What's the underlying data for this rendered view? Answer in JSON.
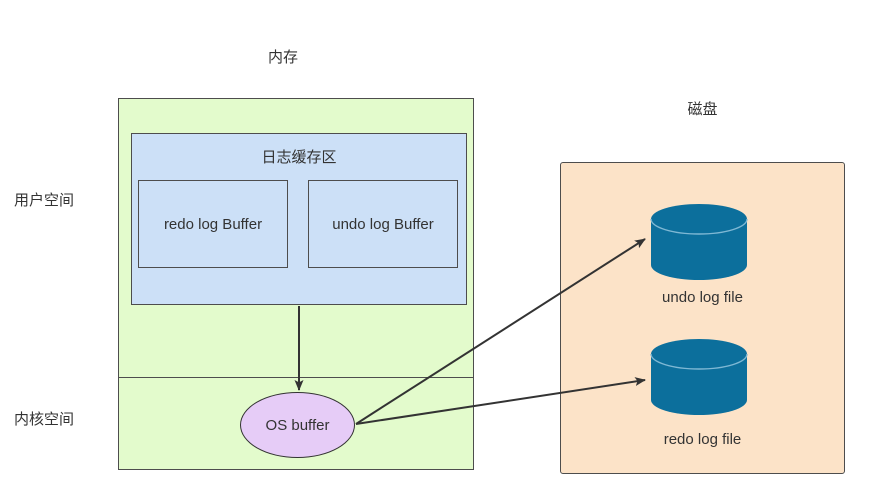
{
  "diagram": {
    "titles": {
      "memory": "内存",
      "disk": "磁盘"
    },
    "side_labels": {
      "user_space": "用户空间",
      "kernel_space": "内核空间"
    },
    "memory": {
      "log_buffer_title": "日志缓存区",
      "buffers": [
        {
          "id": "redo-log-buffer",
          "label": "redo log Buffer"
        },
        {
          "id": "undo-log-buffer",
          "label": "undo log Buffer"
        }
      ],
      "os_buffer_label": "OS buffer"
    },
    "disk": {
      "files": [
        {
          "id": "undo-log-file",
          "label": "undo log file"
        },
        {
          "id": "redo-log-file",
          "label": "redo log file"
        }
      ]
    },
    "arrows": [
      {
        "id": "log-buffer-to-os-buffer",
        "from": "日志缓存区",
        "to": "OS buffer"
      },
      {
        "id": "os-buffer-to-undo-log-file",
        "from": "OS buffer",
        "to": "undo log file"
      },
      {
        "id": "os-buffer-to-redo-log-file",
        "from": "OS buffer",
        "to": "redo log file"
      }
    ],
    "colors": {
      "memory_fill": "#e3fbcc",
      "log_buffer_fill": "#cce0f7",
      "disk_fill": "#fce3c8",
      "os_buffer_fill": "#e6ccf7",
      "cylinder_fill": "#0c6f9c",
      "stroke": "#4d4d4d",
      "text": "#333333"
    }
  }
}
